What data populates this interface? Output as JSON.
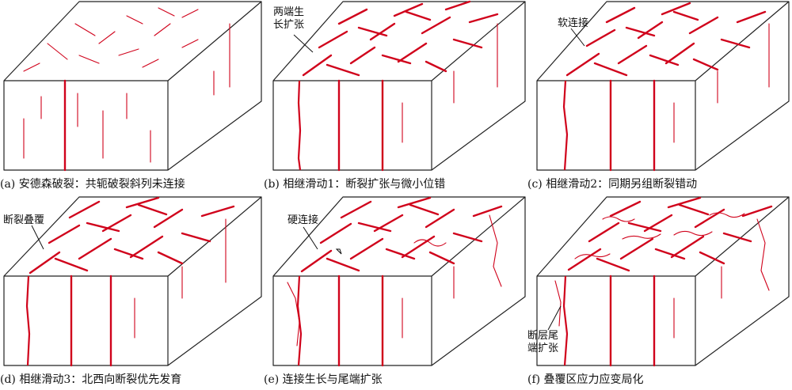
{
  "panels": [
    {
      "id": "a",
      "caption": "(a) 安德森破裂：共轭破裂斜列未连接",
      "labels": []
    },
    {
      "id": "b",
      "caption": "(b) 相继滑动1：断裂扩张与微小位错",
      "labels": [
        "两端生",
        "长扩张"
      ]
    },
    {
      "id": "c",
      "caption": "(c) 相继滑动2：同期另组断裂错动",
      "labels": [
        "软连接"
      ]
    },
    {
      "id": "d",
      "caption": "(d) 相继滑动3：北西向断裂优先发育",
      "labels": [
        "断裂叠覆"
      ]
    },
    {
      "id": "e",
      "caption": "(e) 连接生长与尾端扩张",
      "labels": [
        "硬连接"
      ]
    },
    {
      "id": "f",
      "caption": "(f) 叠覆区应力应变局化",
      "labels": [
        "断层尾",
        "端扩张"
      ]
    }
  ],
  "colors": {
    "fracture": "#d0021b",
    "outline": "#222222"
  }
}
